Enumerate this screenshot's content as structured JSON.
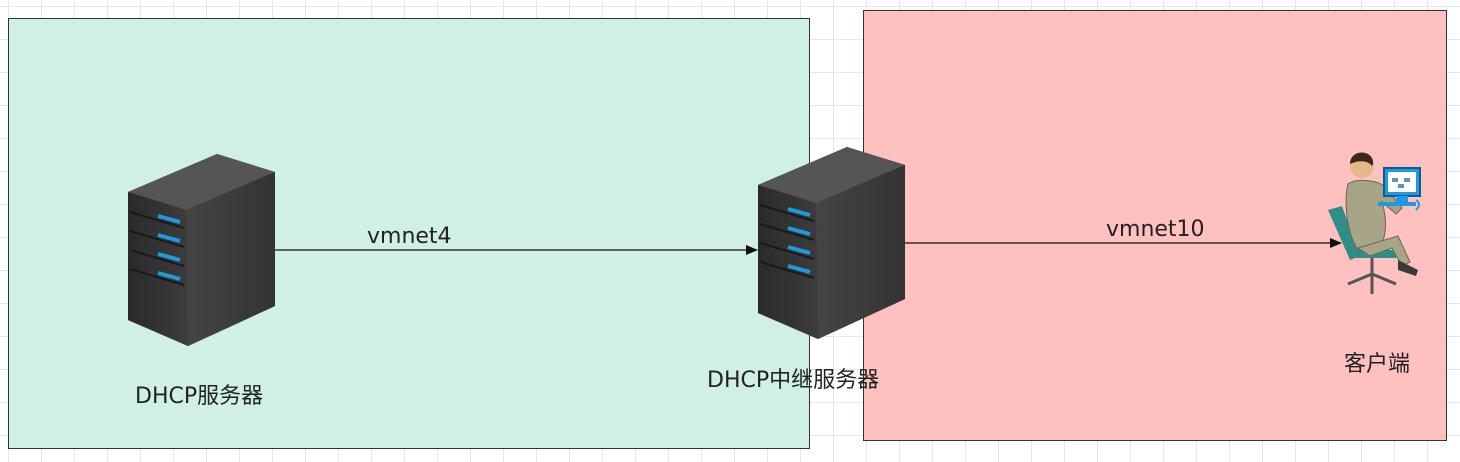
{
  "zones": [
    {
      "name": "left-network-zone",
      "color": "#d0efe6"
    },
    {
      "name": "right-network-zone",
      "color": "#ffc0c0"
    }
  ],
  "nodes": {
    "dhcp_server": {
      "label": "DHCP服务器",
      "icon": "server-tower-icon"
    },
    "dhcp_relay": {
      "label": "DHCP中继服务器",
      "icon": "server-tower-icon"
    },
    "client": {
      "label": "客户端",
      "icon": "person-at-computer-icon"
    }
  },
  "links": [
    {
      "label": "vmnet4",
      "from": "dhcp_server",
      "to": "dhcp_relay"
    },
    {
      "label": "vmnet10",
      "from": "dhcp_relay",
      "to": "client"
    }
  ],
  "colors": {
    "server_body": "#3a3a3a",
    "server_led": "#1e9be0",
    "edge": "#111111"
  }
}
